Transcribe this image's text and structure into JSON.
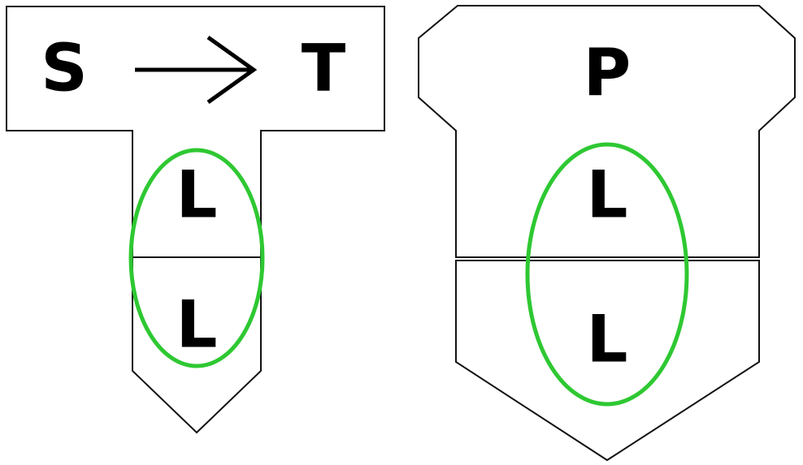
{
  "colors": {
    "highlight": "#2ec832",
    "outline": "#111111",
    "text": "#000000"
  },
  "left_figure": {
    "top_label_left": "S",
    "arrow_icon": "right-arrow-icon",
    "top_label_right": "T",
    "stem_upper_label": "L",
    "stem_lower_label": "L"
  },
  "right_figure": {
    "top_label": "P",
    "upper_label": "L",
    "lower_label": "L"
  }
}
